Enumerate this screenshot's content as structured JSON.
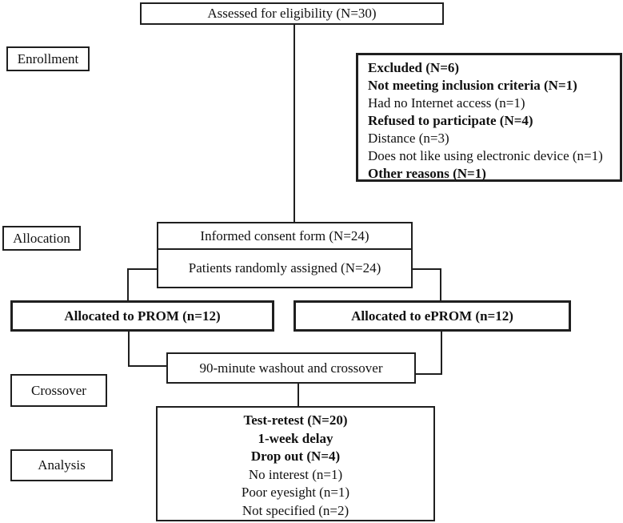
{
  "flowchart": {
    "assessed_box": {
      "label": "Assessed for eligibility (N=30)"
    },
    "stage_labels": {
      "enrollment": "Enrollment",
      "allocation": "Allocation",
      "crossover": "Crossover",
      "analysis": "Analysis"
    },
    "excluded_box": {
      "lines": [
        "Excluded (N=6)",
        "Not meeting inclusion criteria (N=1)",
        "Had no Internet access (n=1)",
        "Refused to participate (N=4)",
        "Distance (n=3)",
        "Does not like using electronic device (n=1)",
        "Other reasons (N=1)"
      ]
    },
    "consent_box": {
      "label": "Informed consent form (N=24)"
    },
    "assigned_box": {
      "label": "Patients randomly assigned (N=24)"
    },
    "prom_box": {
      "label": "Allocated to PROM (n=12)"
    },
    "eprom_box": {
      "label": "Allocated to ePROM (n=12)"
    },
    "washout_box": {
      "label": "90-minute washout and crossover"
    },
    "analysis_box": {
      "lines": [
        "Test-retest (N=20)",
        "1-week delay",
        "Drop out (N=4)",
        "No interest (n=1)",
        "Poor eyesight (n=1)",
        "Not specified (n=2)"
      ]
    }
  },
  "colors": {
    "line": "#1f1f1f",
    "text": "#111111",
    "background": "#ffffff"
  }
}
